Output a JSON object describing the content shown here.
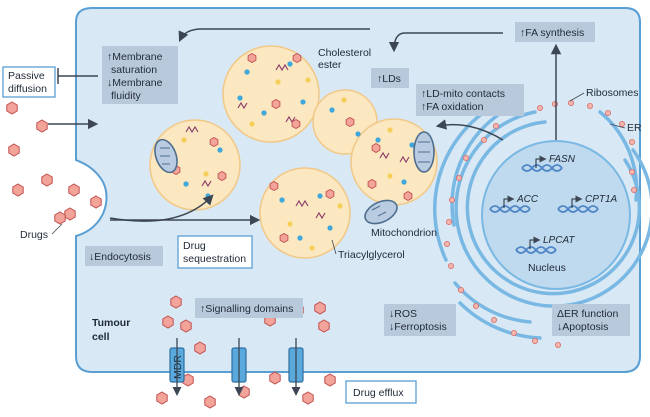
{
  "labels": {
    "passive_diffusion": [
      "Passive",
      "diffusion"
    ],
    "membrane": [
      "↑Membrane",
      "saturation",
      "↓Membrane",
      "fluidity"
    ],
    "cholesterol_ester": [
      "Cholesterol",
      "ester"
    ],
    "lds": "↑LDs",
    "fa_synthesis": "↑FA synthesis",
    "ribosomes": "Ribosomes",
    "er": "ER",
    "ld_mito": [
      "↑LD-mito contacts",
      "↑FA oxidation"
    ],
    "drugs": "Drugs",
    "endocytosis": "↓Endocytosis",
    "drug_sequestration": [
      "Drug",
      "sequestration"
    ],
    "mitochondrion": "Mitochondrion",
    "triacylglycerol": "Triacylglycerol",
    "nucleus": "Nucleus",
    "genes": [
      "FASN",
      "ACC",
      "CPT1A",
      "LPCAT"
    ],
    "tumour_cell": [
      "Tumour",
      "cell"
    ],
    "signalling": "↑Signalling domains",
    "ros": [
      "↓ROS",
      "↓Ferroptosis"
    ],
    "er_function": [
      "ΔER function",
      "↓Apoptosis"
    ],
    "mdr": "MDR",
    "drug_efflux": "Drug efflux"
  },
  "colors": {
    "cell_fill": "#d8e8f5",
    "cell_stroke": "#5a9fd4",
    "ld_fill": "#fbe7c0",
    "ld_stroke": "#f2c887",
    "drug_fill": "#f2a39a",
    "drug_stroke": "#c0504d",
    "box_fill": "#b9c9dc",
    "nucleus_fill": "#bfd9ee",
    "er_stroke": "#7ab8e4",
    "arrow": "#3c4753",
    "dna": "#4f86c6",
    "dot_blue": "#3fa7db",
    "dot_yellow": "#f5cf5a",
    "squiggle": "#8a3a68"
  }
}
